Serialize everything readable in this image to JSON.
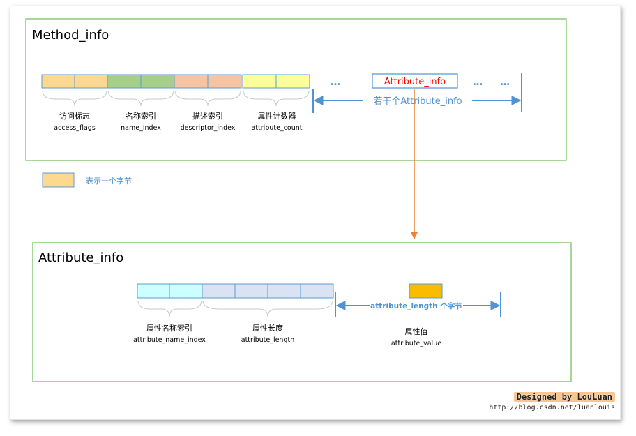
{
  "method_box": {
    "title": "Method_info",
    "fields": [
      {
        "cn": "访问标志",
        "en": "access_flags",
        "color": "#fcd98f"
      },
      {
        "cn": "名称索引",
        "en": "name_index",
        "color": "#a6d08a"
      },
      {
        "cn": "描述索引",
        "en": "descriptor_index",
        "color": "#f6c4a2"
      },
      {
        "cn": "属性计数器",
        "en": "attribute_count",
        "color": "#ffff99"
      }
    ],
    "ellipsis": "…",
    "attribute_label": "Attribute_info",
    "range_label": "若干个Attribute_info"
  },
  "legend": {
    "text": "表示一个字节",
    "color": "#fcd98f"
  },
  "attribute_box": {
    "title": "Attribute_info",
    "fields": [
      {
        "cn": "属性名称索引",
        "en": "attribute_name_index",
        "color": "#ccffff"
      },
      {
        "cn": "属性长度",
        "en": "attribute_length",
        "color": "#dae3f3"
      }
    ],
    "value_field": {
      "cn": "属性值",
      "en": "attribute_value",
      "color": "#f9bc00"
    },
    "range_label": "attribute_length 个字节"
  },
  "credit": {
    "designed": "Designed by LouLuan",
    "url": "http://blog.csdn.net/luanlouis"
  },
  "colors": {
    "box_border": "#7fc66b",
    "blue": "#4f93d6",
    "orange": "#ed8335",
    "red": "#ff0000",
    "brace": "#c8c8c8"
  }
}
